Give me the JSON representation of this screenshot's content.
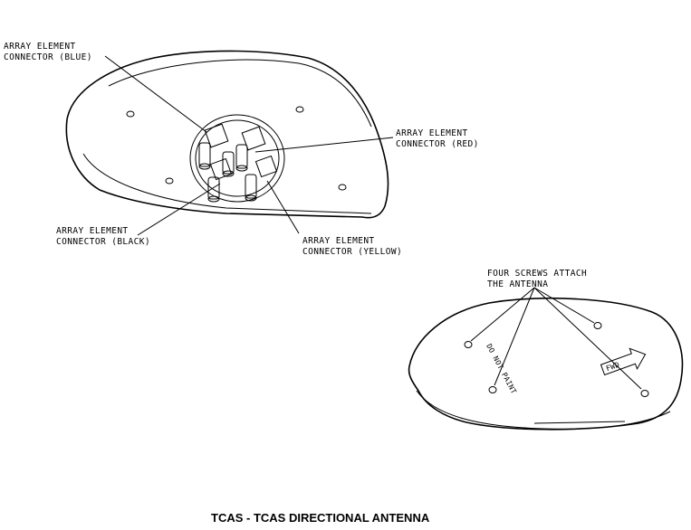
{
  "labels": {
    "blue": [
      "ARRAY ELEMENT",
      "CONNECTOR (BLUE)"
    ],
    "red": [
      "ARRAY ELEMENT",
      "CONNECTOR (RED)"
    ],
    "black": [
      "ARRAY ELEMENT",
      "CONNECTOR (BLACK)"
    ],
    "yellow": [
      "ARRAY ELEMENT",
      "CONNECTOR (YELLOW)"
    ],
    "screws": [
      "FOUR SCREWS ATTACH",
      "THE ANTENNA"
    ],
    "do_not_paint": "DO NOT PAINT",
    "fwd": "FWD"
  },
  "caption": "TCAS - TCAS DIRECTIONAL ANTENNA"
}
